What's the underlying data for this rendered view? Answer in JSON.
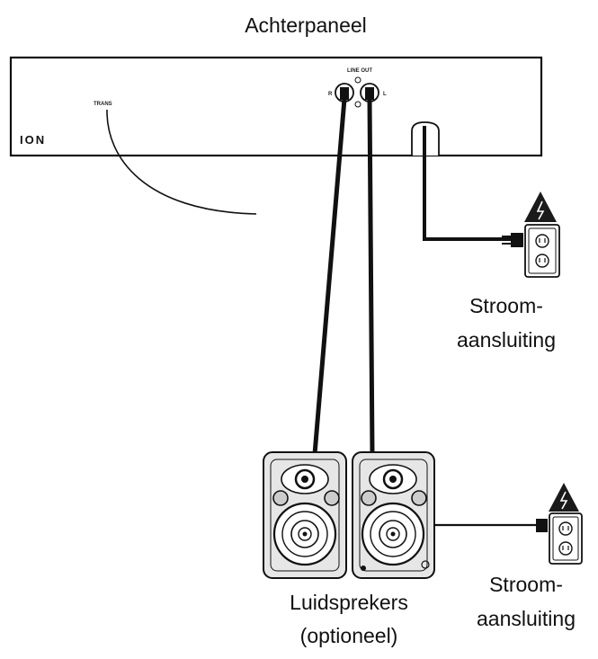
{
  "title": "Achterpaneel",
  "panel": {
    "brand": "ION",
    "jack_label": "TRANS",
    "line_out_label": "LINE OUT",
    "right_label": "R",
    "left_label": "L"
  },
  "outlet_top": {
    "line1": "Stroom-",
    "line2": "aansluiting"
  },
  "outlet_bottom": {
    "line1": "Stroom-",
    "line2": "aansluiting"
  },
  "speakers": {
    "line1": "Luidsprekers",
    "line2": "(optioneel)"
  },
  "icons": [
    "warning-icon",
    "power-outlet-icon",
    "speaker-icon"
  ],
  "colors": {
    "ink": "#111111",
    "panel_fill": "#ffffff",
    "speaker_fill": "#e6e6e6",
    "warning_fill": "#1a1a1a"
  }
}
